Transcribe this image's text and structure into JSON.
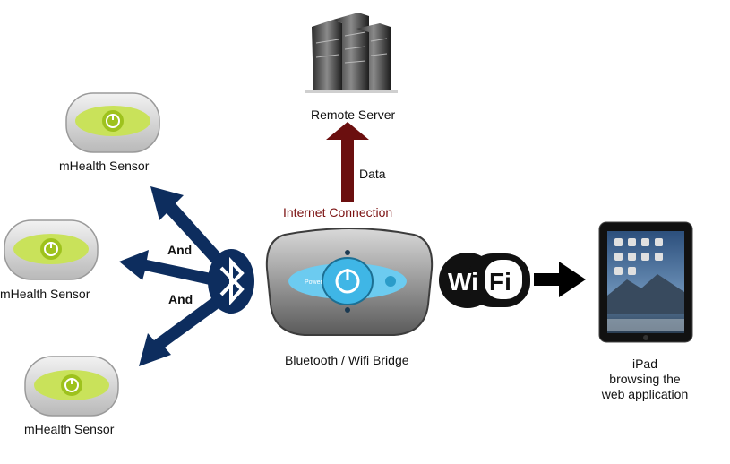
{
  "labels": {
    "remote_server": "Remote Server",
    "data": "Data",
    "internet_connection": "Internet Connection",
    "sensor_top": "mHealth Sensor",
    "sensor_mid": "mHealth Sensor",
    "sensor_bottom": "mHealth Sensor",
    "and_1": "And",
    "and_2": "And",
    "bridge": "Bluetooth / Wifi Bridge",
    "ipad_line1": "iPad",
    "ipad_line2": "browsing the",
    "ipad_line3": "web application",
    "wifi_wi": "Wi",
    "wifi_fi": "Fi",
    "bridge_power": "Power"
  },
  "icons": [
    "server-icon",
    "sensor-icon",
    "bluetooth-icon",
    "bridge-device-icon",
    "wifi-logo-icon",
    "ipad-icon"
  ],
  "colors": {
    "arrow_blue": "#0d2d5e",
    "arrow_red": "#6b0f0f",
    "internet_text": "#7a1010",
    "sensor_green": "#b7d83a",
    "bridge_blue": "#3fb6e6"
  }
}
